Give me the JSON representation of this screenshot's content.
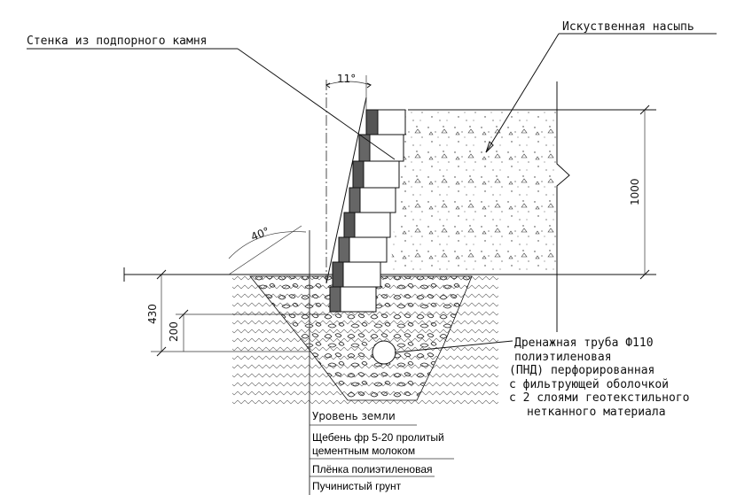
{
  "labels": {
    "wall": "Стенка из подпорного камня",
    "fill": "Искуственная насыпь",
    "angle_top": "11°",
    "angle_left": "40°",
    "dim_1000": "1000",
    "dim_430": "430",
    "dim_200": "200"
  },
  "pipe": {
    "lines": [
      "Дренажная труба Ф110",
      "полиэтиленовая",
      "(ПНД) перфорированная",
      "с фильтрующей оболочкой",
      "с 2 слоями геотекстильного",
      "нетканного материала"
    ]
  },
  "legend": [
    "Уровень земли",
    "Щебень фр 5-20 пролитый",
    "цементным молоком",
    "Плёнка полиэтиленовая",
    "Пучинистый грунт"
  ]
}
